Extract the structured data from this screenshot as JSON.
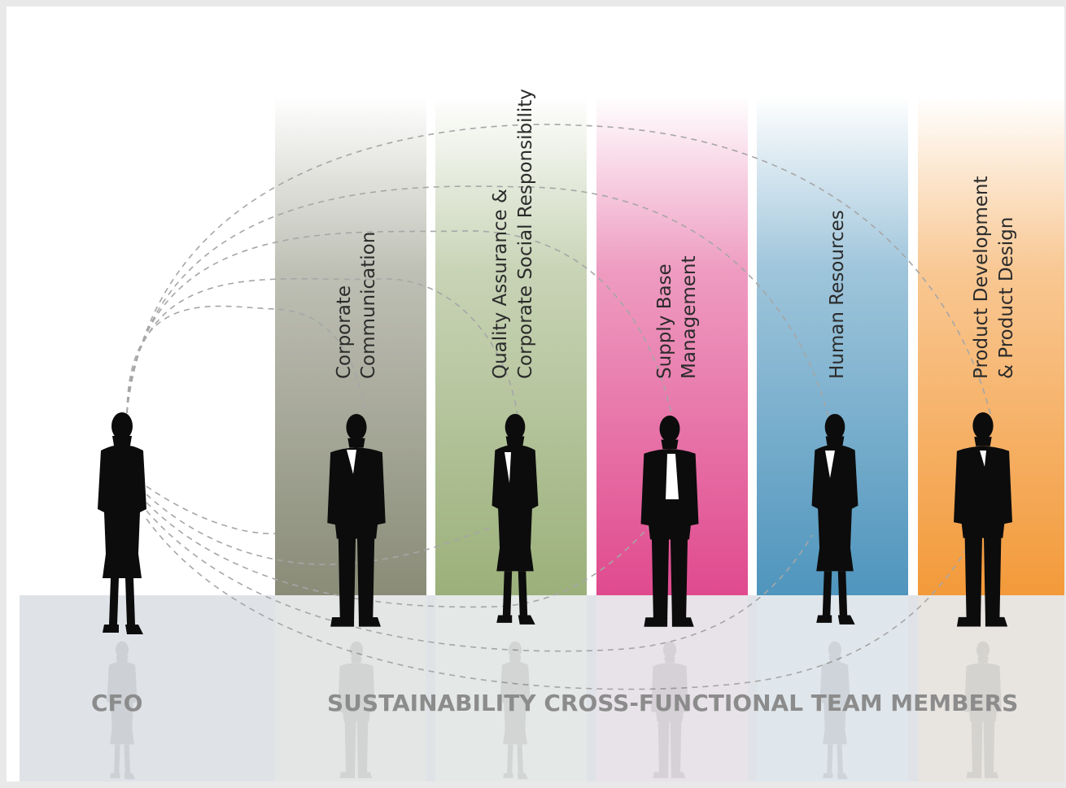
{
  "cfo_label": "CFO",
  "team_caption": "SUSTAINABILITY CROSS-FUNCTIONAL TEAM MEMBERS",
  "roles": [
    {
      "line1": "Corporate",
      "line2": "Communication",
      "color": "#8a8c78"
    },
    {
      "line1": "Quality Assurance &",
      "line2": "Corporate  Social Responsibility",
      "color": "#9bb07a"
    },
    {
      "line1": "Supply Base",
      "line2": "Management",
      "color": "#e04a8e"
    },
    {
      "line1": "Human Resources",
      "line2": "",
      "color": "#4f95bd"
    },
    {
      "line1": "Product Development",
      "line2": "& Product Design",
      "color": "#f39a3a"
    }
  ],
  "floor_color": "#dfe3e8",
  "connector_color": "#a6a6a6"
}
